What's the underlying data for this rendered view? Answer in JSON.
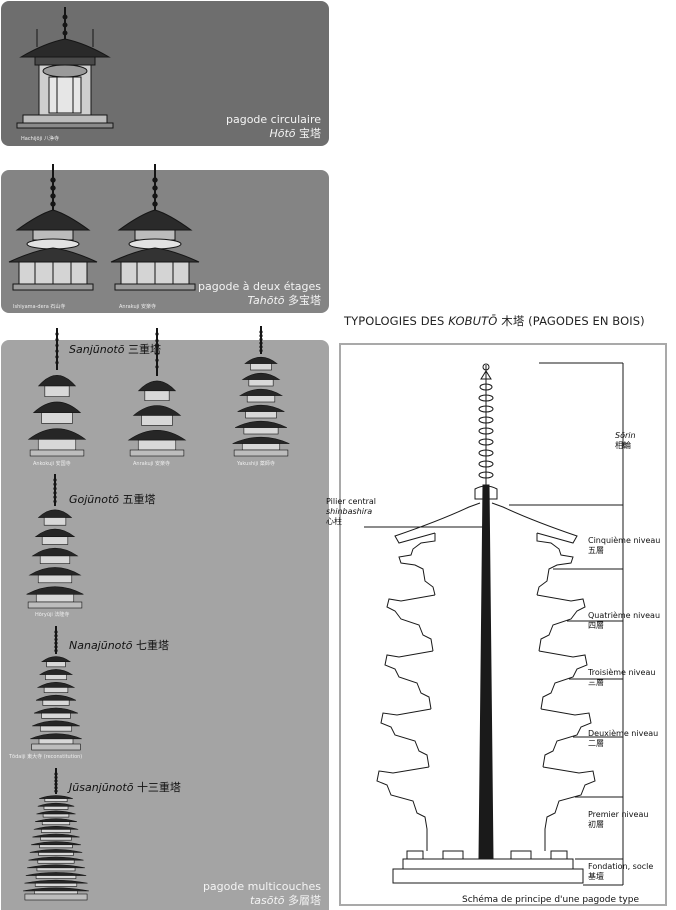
{
  "panels": [
    {
      "caption": "pagode circulaire",
      "subcaption_it": "Hōtō",
      "subcaption_jp": "宝塔",
      "pagodas": [
        {
          "label": "Hachijōji 八浄寺"
        }
      ]
    },
    {
      "caption": "pagode à deux étages",
      "subcaption_it": "Tahōtō",
      "subcaption_jp": "多宝塔",
      "pagodas": [
        {
          "label": "Ishiyama-dera 石山寺"
        },
        {
          "label": "Anrakuji 安楽寺"
        }
      ]
    },
    {
      "caption": "pagode multicouches",
      "subcaption_it": "tasōtō",
      "subcaption_jp": "多層塔",
      "groups": [
        {
          "name_it": "Sanjūnotō",
          "name_jp": "三重塔",
          "pagodas": [
            {
              "label": "Ankokuji 安国寺"
            },
            {
              "label": "Anrakuji 安楽寺"
            },
            {
              "label": "Yakushiji 薬師寺"
            }
          ]
        },
        {
          "name_it": "Gojūnotō",
          "name_jp": "五重塔",
          "pagodas": [
            {
              "label": "Hōryūji 法隆寺"
            }
          ]
        },
        {
          "name_it": "Nanajūnotō",
          "name_jp": "七重塔",
          "pagodas": [
            {
              "label": "Tōdaiji 東大寺 (reconstitution)"
            }
          ]
        },
        {
          "name_it": "Jūsanjūnotō",
          "name_jp": "十三重塔",
          "pagodas": [
            {
              "label": ""
            }
          ]
        }
      ]
    }
  ],
  "heading": {
    "pre": "TYPOLOGIES DES ",
    "it": "KOBUTŌ",
    "post": " 木塔 (PAGODES EN BOIS)"
  },
  "diagram": {
    "sorin": {
      "it": "Sōrin",
      "jp": "相輪"
    },
    "pillar": {
      "line1": "Pilier central",
      "it": "shinbashira",
      "jp": "心柱"
    },
    "levels": [
      {
        "fr": "Cinquième niveau",
        "jp": "五層"
      },
      {
        "fr": "Quatrième niveau",
        "jp": "四層"
      },
      {
        "fr": "Troisième niveau",
        "jp": "三層"
      },
      {
        "fr": "Deuxième niveau",
        "jp": "二層"
      },
      {
        "fr": "Premier niveau",
        "jp": "初層"
      }
    ],
    "foundation": {
      "fr": "Fondation, socle",
      "jp": "基壇"
    },
    "caption": "Schéma de principe d'une pagode type"
  }
}
